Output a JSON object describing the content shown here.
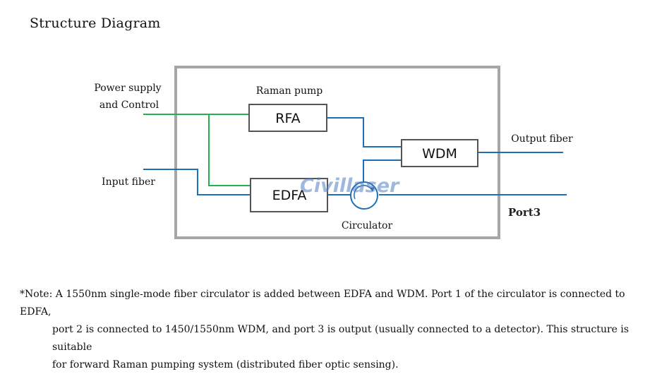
{
  "heading": "Structure Diagram",
  "labels": {
    "power_line1": "Power supply",
    "power_line2": "and Control",
    "raman_pump": "Raman pump",
    "input_fiber": "Input fiber",
    "output_fiber": "Output fiber",
    "circulator": "Circulator",
    "port3": "Port3"
  },
  "boxes": {
    "rfa": "RFA",
    "edfa": "EDFA",
    "wdm": "WDM"
  },
  "watermark": "Civillaser",
  "colors": {
    "control_line": "#22b14c",
    "fiber_line": "#1f6fb4",
    "enclosure": "#a6a6a6"
  },
  "note": {
    "line1": "*Note: A 1550nm single-mode fiber circulator is added between EDFA and WDM. Port 1 of the circulator is connected to EDFA,",
    "line2": "port 2 is connected to 1450/1550nm WDM, and port 3 is output (usually connected to a detector). This structure is suitable",
    "line3": "for forward Raman pumping system (distributed fiber optic sensing)."
  }
}
